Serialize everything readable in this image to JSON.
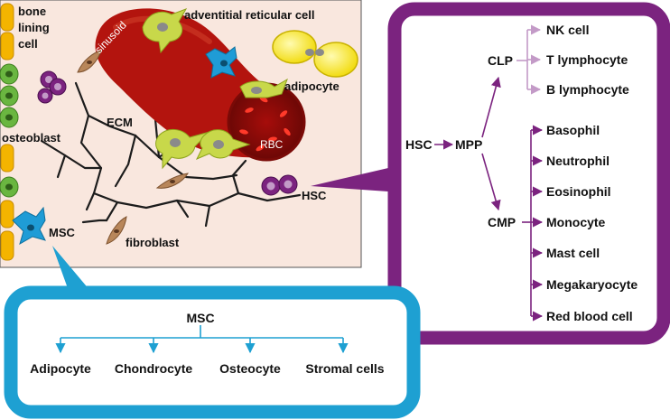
{
  "scene_labels": {
    "bone_lining_cell": [
      "bone",
      "lining",
      "cell"
    ],
    "adventitial_reticular_cell": "adventitial reticular cell",
    "sinusoid": "sinusoid",
    "adipocyte": "adipocyte",
    "ecm": "ECM",
    "osteoblast": "osteoblast",
    "rbc": "RBC",
    "hsc": "HSC",
    "msc": "MSC",
    "fibroblast": "fibroblast"
  },
  "hsc_tree": {
    "root": "HSC",
    "mpp": "MPP",
    "clp": "CLP",
    "cmp": "CMP",
    "lymphoid": [
      "NK cell",
      "T lymphocyte",
      "B lymphocyte"
    ],
    "myeloid": [
      "Basophil",
      "Neutrophil",
      "Eosinophil",
      "Monocyte",
      "Mast cell",
      "Megakaryocyte",
      "Red blood cell"
    ]
  },
  "msc_tree": {
    "root": "MSC",
    "children": [
      "Adipocyte",
      "Chondrocyte",
      "Osteocyte",
      "Stromal cells"
    ]
  },
  "colors": {
    "scene_bg": "#f9e7de",
    "hsc_frame": "#7b237f",
    "msc_frame": "#1ea0d2",
    "lymphoid_arrow": "#c39ac7",
    "myeloid_arrow": "#7b237f",
    "msc_arrow": "#1ea0d2",
    "vessel": "#b3140e",
    "osteoblast": "#6ab640",
    "bone_lining": "#f4b400"
  }
}
